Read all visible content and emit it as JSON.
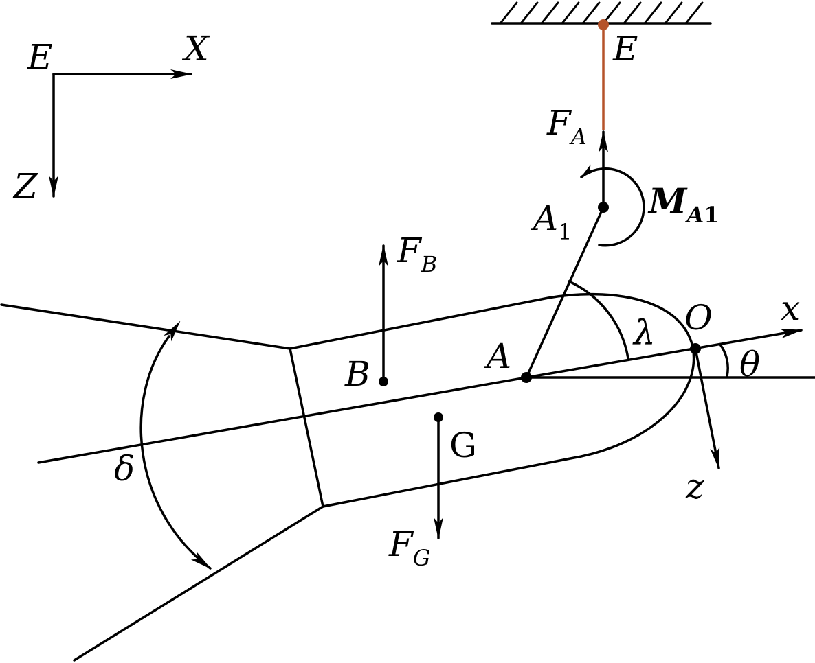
{
  "colors": {
    "line": "#000000",
    "tether": "#b5532a",
    "background": "#ffffff"
  },
  "frame": {
    "origin": "E",
    "x_axis": "X",
    "z_axis": "Z"
  },
  "points": {
    "E": "E",
    "A1": "A",
    "A1_sub": "1",
    "A": "A",
    "B": "B",
    "G": "G",
    "O": "O"
  },
  "forces": {
    "FA": "F",
    "FA_sub": "A",
    "FB": "F",
    "FB_sub": "B",
    "FG": "F",
    "FG_sub": "G"
  },
  "moment": {
    "symbol": "M",
    "sub_main": "A",
    "sub_index": "1"
  },
  "body_axes": {
    "x": "x",
    "z": "z"
  },
  "angles": {
    "lambda": "λ",
    "theta": "θ",
    "delta": "δ"
  }
}
